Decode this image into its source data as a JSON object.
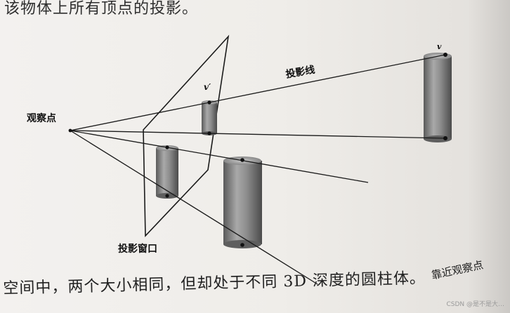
{
  "text": {
    "top_line": "该物体上所有顶点的投影。",
    "bottom_line": "空间中，两个大小相同，但却处于不同 3D 深度的圆柱体。",
    "bottom_note": "靠近观察点",
    "watermark": "CSDN @是不是大…"
  },
  "figure": {
    "observer_label": "观察点",
    "projection_line_label": "投影线",
    "projection_window_label": "投影窗口",
    "vertex_label": "v",
    "projected_vertex_label": "v′"
  }
}
